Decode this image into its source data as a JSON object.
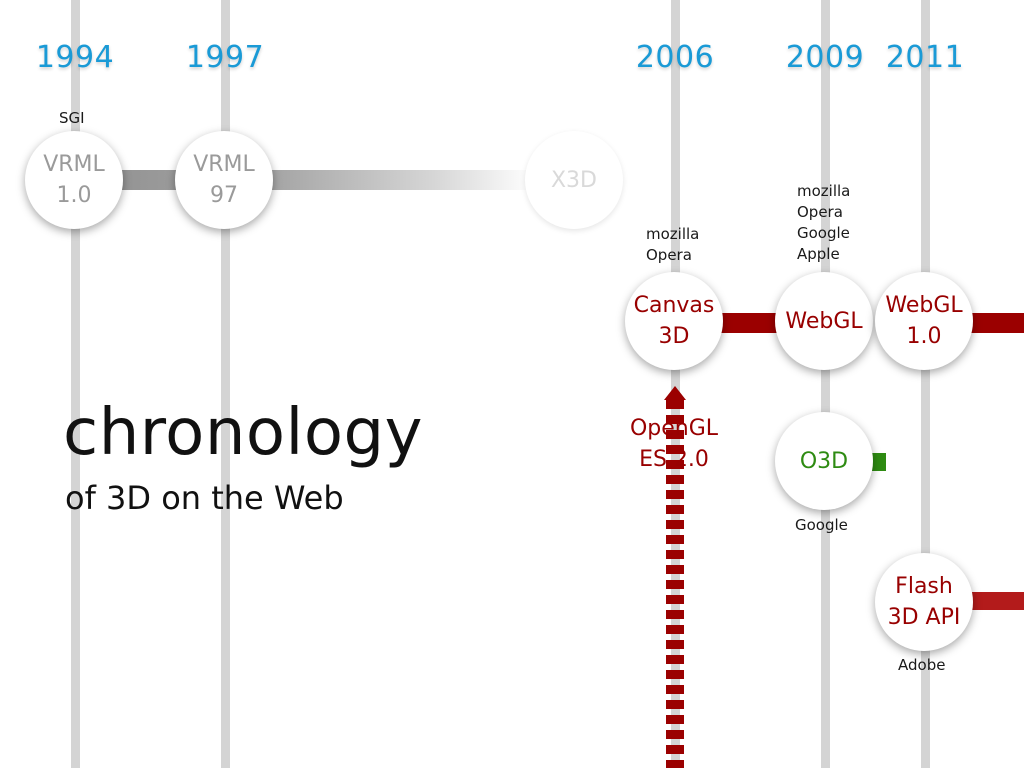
{
  "years": [
    "1994",
    "1997",
    "2006",
    "2009",
    "2011"
  ],
  "title": "chronology",
  "subtitle": "of 3D on the Web",
  "nodes": {
    "vrml10": "VRML\n1.0",
    "vrml97": "VRML\n97",
    "x3d": "X3D",
    "canvas3d": "Canvas\n3D",
    "webgl": "WebGL",
    "webgl10": "WebGL\n1.0",
    "o3d": "O3D",
    "flash3d": "Flash\n3D API"
  },
  "labels": {
    "sgi": "SGI",
    "canvas_supporters": "mozilla\nOpera",
    "webgl_supporters": "mozilla\nOpera\nGoogle\nApple",
    "o3d_vendor": "Google",
    "flash_vendor": "Adobe",
    "opengl_es": "OpenGL\nES 2.0"
  },
  "colors": {
    "year": "#1a9ad6",
    "timeline": "#d4d4d4",
    "web_red": "#9b0000",
    "o3d_green": "#2e8b12",
    "vrml_gray": "#9a9a9a"
  }
}
